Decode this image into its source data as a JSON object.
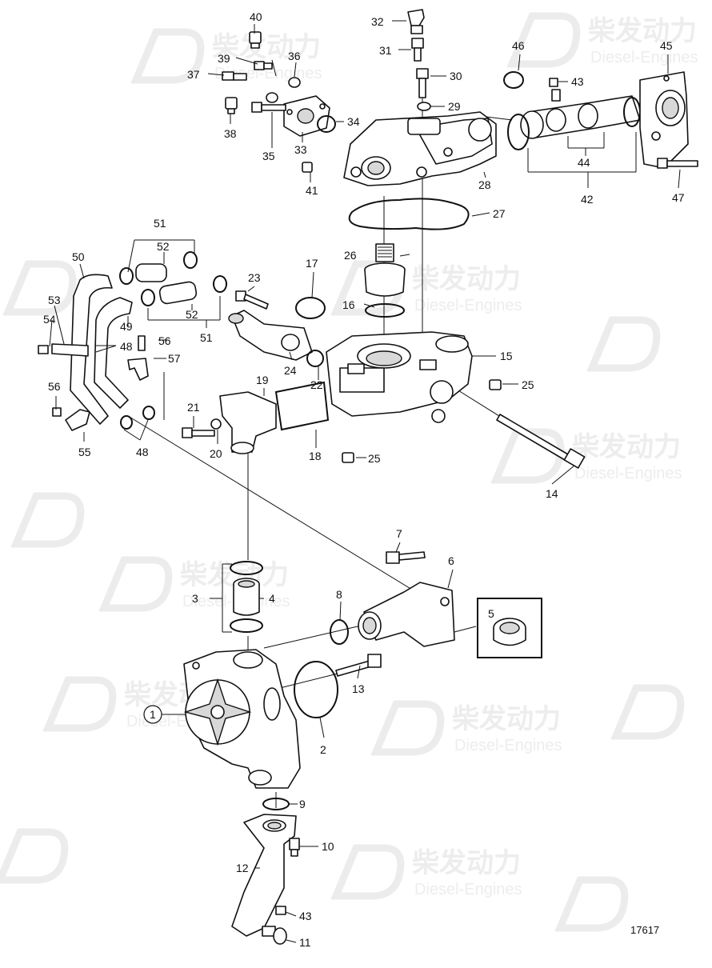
{
  "watermark": {
    "text_cn": "柴发动力",
    "text_en": "Diesel-Engines"
  },
  "drawing_number": "17617",
  "labels": {
    "p1": "1",
    "p2": "2",
    "p3": "3",
    "p4": "4",
    "p5": "5",
    "p6": "6",
    "p7": "7",
    "p8": "8",
    "p9": "9",
    "p10": "10",
    "p11": "11",
    "p12": "12",
    "p13": "13",
    "p14": "14",
    "p15": "15",
    "p16": "16",
    "p17": "17",
    "p18": "18",
    "p19": "19",
    "p20": "20",
    "p21": "21",
    "p22": "22",
    "p23": "23",
    "p24": "24",
    "p25a": "25",
    "p25b": "25",
    "p26": "26",
    "p27": "27",
    "p28": "28",
    "p29": "29",
    "p30": "30",
    "p31": "31",
    "p32": "32",
    "p33": "33",
    "p34": "34",
    "p35": "35",
    "p36": "36",
    "p37": "37",
    "p38": "38",
    "p39": "39",
    "p40": "40",
    "p41": "41",
    "p42": "42",
    "p43a": "43",
    "p43b": "43",
    "p44": "44",
    "p45": "45",
    "p46": "46",
    "p47": "47",
    "p48a": "48",
    "p48b": "48",
    "p49": "49",
    "p50": "50",
    "p51a": "51",
    "p51b": "51",
    "p52a": "52",
    "p52b": "52",
    "p53": "53",
    "p54": "54",
    "p55": "55",
    "p56a": "56",
    "p56b": "56",
    "p57": "57"
  }
}
